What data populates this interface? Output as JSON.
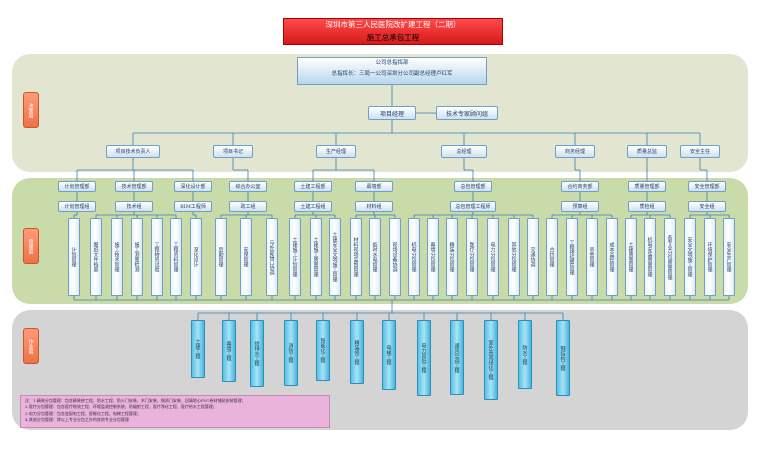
{
  "title": "深圳市第三人民医院改扩建工程（二期）",
  "subtitle": "施工总承包工程",
  "sides": {
    "top": "决策层",
    "mid": "管理层",
    "bot": "作业层"
  },
  "hq": {
    "line1": "公司总指挥部",
    "line2": "总指挥长：三局一公司深圳分公司副总经理卢红军"
  },
  "pm": "项目经理",
  "expert": "技术专家顾问组",
  "tier2": [
    "项目技术负责人",
    "项目书记",
    "生产经理",
    "总经理",
    "商务经理",
    "质量总监",
    "安全主任"
  ],
  "tier3a": [
    "计划管理部",
    "技术管理部",
    "深化设计部",
    "综合办公室",
    "土建工程部",
    "幕墙部",
    "总包管理部",
    "合约商务部",
    "质量管理部",
    "安全管理部"
  ],
  "tier3b": [
    "计划管理组",
    "技术组",
    "BIM工程师",
    "政工组",
    "土建工程组",
    "材料组",
    "总包管理工程师",
    "预算组",
    "质检组",
    "安全组"
  ],
  "columns": [
    "计划管理",
    "图纸文件档案",
    "施工技术管理",
    "施工测量检测",
    "工程物资试验",
    "工程资料管理",
    "深化设计",
    "后勤管理",
    "安保管理",
    "与外部接口协调",
    "土建施工计划管理",
    "土建施工质量管理",
    "土建安全文明施工管理",
    "材料现场监督管理",
    "临时水电管理",
    "现场设备协调",
    "机电分包管理",
    "幕墙分包管理",
    "精装分包管理",
    "医疗分包管理",
    "电力分包管理",
    "其他分包管理",
    "交通协调",
    "合约管理",
    "工程预结算管理",
    "资金管理",
    "成本监控管理",
    "土建质量管理",
    "机电安装质量管理",
    "各专业分包质量管理",
    "安全文明施工管理",
    "环境保护管理",
    "安全生产管理"
  ],
  "work": [
    "土建工程",
    "幕墙工程",
    "给排水工程",
    "消防工程",
    "智能化工程",
    "精装修工程",
    "电梯工程",
    "电力高低工程",
    "通风空调工程",
    "室外景观绿化工程",
    "防水工程",
    "钢结构工程"
  ],
  "notes": [
    "注：1.精装分包管理：包含精装修工程、防水工程、防火门安装、木门安装、钢质门安装、回填地心PVC卷材铺贴安装管理；",
    "2.医疗分包管理：包含医疗物流工程、环境监测控制系统、防辐射工程、医疗净化工程、医疗给水工程管理；",
    "3.电力分包管理：包含变配电工程、智能化工程、电梯工程管理；",
    "4.其他分包管理：除以上专业分包之外的其他专业分包管理"
  ]
}
